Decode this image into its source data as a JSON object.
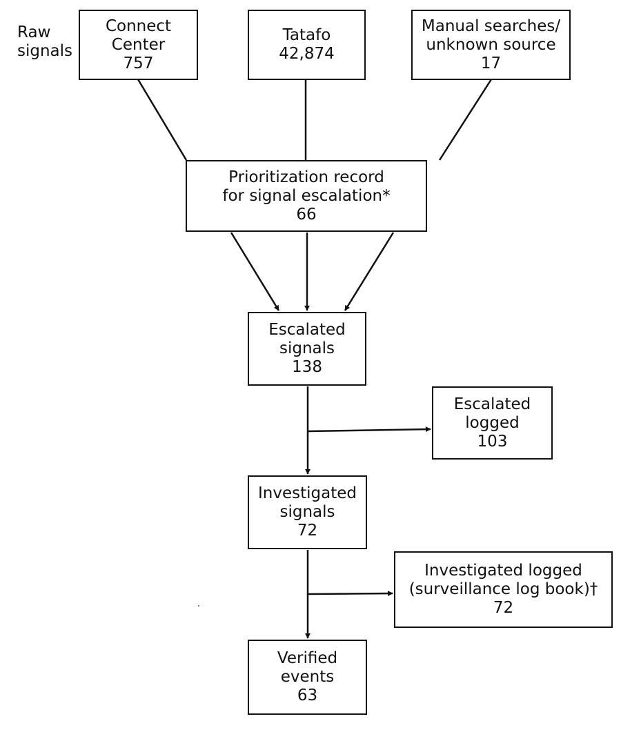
{
  "raw_signals_label": [
    "Raw",
    "signals"
  ],
  "nodes": {
    "connect_center": {
      "lines": [
        "Connect",
        "Center",
        "757"
      ]
    },
    "tatafo": {
      "lines": [
        "Tatafo",
        "42,874"
      ]
    },
    "manual_searches": {
      "lines": [
        "Manual searches/",
        "unknown source",
        "17"
      ]
    },
    "prioritization": {
      "lines": [
        "Prioritization record",
        "for signal escalation*",
        "66"
      ]
    },
    "escalated_signals": {
      "lines": [
        "Escalated",
        "signals",
        "138"
      ]
    },
    "escalated_logged": {
      "lines": [
        "Escalated",
        "logged",
        "103"
      ]
    },
    "investigated_signals": {
      "lines": [
        "Investigated",
        "signals",
        "72"
      ]
    },
    "investigated_logged": {
      "lines": [
        "Investigated logged",
        "(surveillance log book)†",
        "72"
      ]
    },
    "verified_events": {
      "lines": [
        "Verified",
        "events",
        "63"
      ]
    }
  },
  "colors": {
    "line": "#111111",
    "background": "#ffffff"
  }
}
